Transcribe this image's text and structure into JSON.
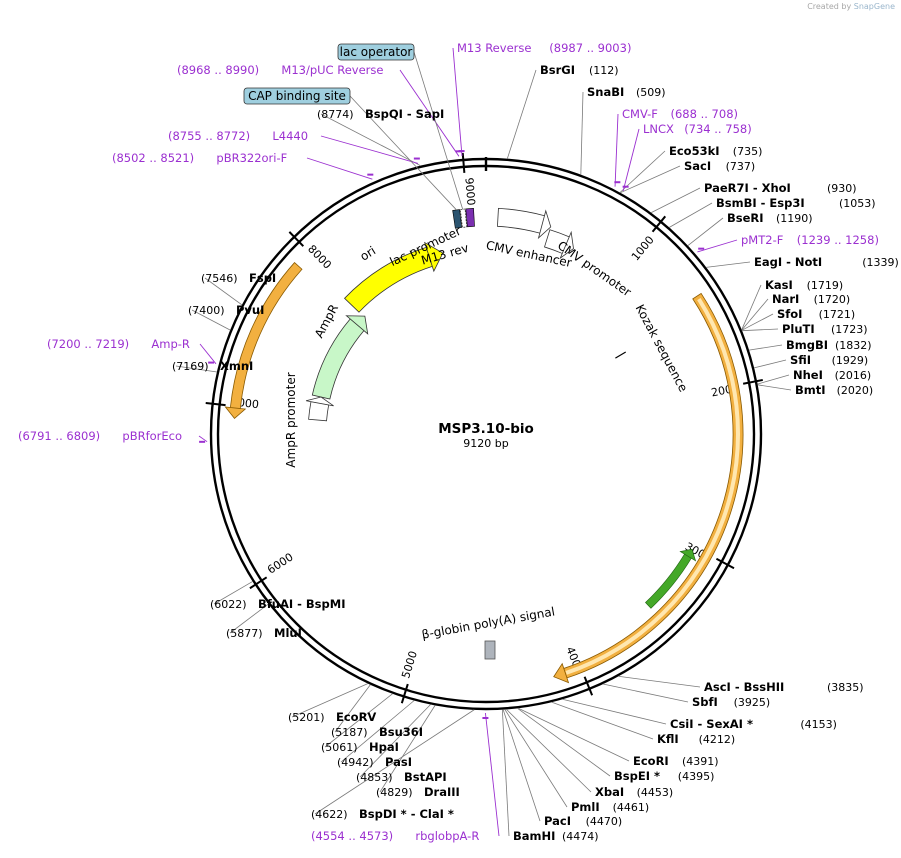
{
  "credit": {
    "prefix": "Created by",
    "brand": "SnapGene"
  },
  "plasmid": {
    "name": "MSP3.10-bio",
    "size_label": "9120 bp",
    "length": 9120
  },
  "ticks": [
    "1000",
    "2000",
    "3000",
    "4000",
    "5000",
    "6000",
    "7000",
    "8000",
    "9000"
  ],
  "enzymes": [
    {
      "name": "BsrGI",
      "pos": "(112)",
      "at": 112
    },
    {
      "name": "SnaBI",
      "pos": "(509)",
      "at": 509
    },
    {
      "name": "Eco53kI",
      "pos": "(735)",
      "at": 735
    },
    {
      "name": "SacI",
      "pos": "(737)",
      "at": 737
    },
    {
      "name": "PaeR7I  -  XhoI",
      "pos": "(930)",
      "at": 930
    },
    {
      "name": "BsmBI  -  Esp3I",
      "pos": "(1053)",
      "at": 1053
    },
    {
      "name": "BseRI",
      "pos": "(1190)",
      "at": 1190
    },
    {
      "name": "EagI  -  NotI",
      "pos": "(1339)",
      "at": 1339
    },
    {
      "name": "KasI",
      "pos": "(1719)",
      "at": 1719
    },
    {
      "name": "NarI",
      "pos": "(1720)",
      "at": 1720
    },
    {
      "name": "SfoI",
      "pos": "(1721)",
      "at": 1721
    },
    {
      "name": "PluTI",
      "pos": "(1723)",
      "at": 1723
    },
    {
      "name": "BmgBI",
      "pos": "(1832)",
      "at": 1832
    },
    {
      "name": "SfiI",
      "pos": "(1929)",
      "at": 1929
    },
    {
      "name": "NheI",
      "pos": "(2016)",
      "at": 2016
    },
    {
      "name": "BmtI",
      "pos": "(2020)",
      "at": 2020
    },
    {
      "name": "AscI  -  BssHII",
      "pos": "(3835)",
      "at": 3835
    },
    {
      "name": "SbfI",
      "pos": "(3925)",
      "at": 3925
    },
    {
      "name": "CsiI  -  SexAI *",
      "pos": "(4153)",
      "at": 4153
    },
    {
      "name": "KflI",
      "pos": "(4212)",
      "at": 4212
    },
    {
      "name": "EcoRI",
      "pos": "(4391)",
      "at": 4391
    },
    {
      "name": "BspEI *",
      "pos": "(4395)",
      "at": 4395
    },
    {
      "name": "XbaI",
      "pos": "(4453)",
      "at": 4453
    },
    {
      "name": "PmlI",
      "pos": "(4461)",
      "at": 4461
    },
    {
      "name": "PacI",
      "pos": "(4470)",
      "at": 4470
    },
    {
      "name": "BamHI",
      "pos": "(4474)",
      "at": 4474
    },
    {
      "name": "BspDI *  -  ClaI *",
      "pos": "(4622)",
      "at": 4622
    },
    {
      "name": "DraIII",
      "pos": "(4829)",
      "at": 4829
    },
    {
      "name": "BstAPI",
      "pos": "(4853)",
      "at": 4853
    },
    {
      "name": "PasI",
      "pos": "(4942)",
      "at": 4942
    },
    {
      "name": "HpaI",
      "pos": "(5061)",
      "at": 5061
    },
    {
      "name": "Bsu36I",
      "pos": "(5187)",
      "at": 5187
    },
    {
      "name": "EcoRV",
      "pos": "(5201)",
      "at": 5201
    },
    {
      "name": "MluI",
      "pos": "(5877)",
      "at": 5877
    },
    {
      "name": "BfuAI  -  BspMI",
      "pos": "(6022)",
      "at": 6022
    },
    {
      "name": "XmnI",
      "pos": "(7169)",
      "at": 7169
    },
    {
      "name": "PvuI",
      "pos": "(7400)",
      "at": 7400
    },
    {
      "name": "FspI",
      "pos": "(7546)",
      "at": 7546
    },
    {
      "name": "BspQI  -  SapI",
      "pos": "(8774)",
      "at": 8774
    }
  ],
  "primers": [
    {
      "name": "M13 Reverse",
      "range": "(8987 .. 9003)",
      "at": 8995
    },
    {
      "name": "M13/pUC Reverse",
      "range": "(8968 .. 8990)",
      "at": 8979
    },
    {
      "name": "L4440",
      "range": "(8755 .. 8772)",
      "at": 8763
    },
    {
      "name": "pBR322ori-F",
      "range": "(8502 .. 8521)",
      "at": 8511
    },
    {
      "name": "CMV-F",
      "range": "(688 .. 708)",
      "at": 698
    },
    {
      "name": "LNCX",
      "range": "(734 .. 758)",
      "at": 746
    },
    {
      "name": "pMT2-F",
      "range": "(1239 .. 1258)",
      "at": 1248
    },
    {
      "name": "Amp-R",
      "range": "(7200 .. 7219)",
      "at": 7209
    },
    {
      "name": "pBRforEco",
      "range": "(6791 .. 6809)",
      "at": 6800
    },
    {
      "name": "rbglobpA-R",
      "range": "(4554 .. 4573)",
      "at": 4563
    }
  ],
  "boxed_features": [
    "lac operator",
    "CAP binding site"
  ],
  "features": [
    "ori",
    "AmpR",
    "AmpR promoter",
    "lac promoter",
    "M13 rev",
    "CMV enhancer",
    "CMV promoter",
    "Kozak sequence",
    "β-globin poly(A) signal"
  ],
  "colors": {
    "ring": "#000000",
    "primer": "#9b30d0",
    "ori": "#ffff00",
    "ampr": "#c8f7c8",
    "orf": "#f2b040",
    "orf_inner": "#ffe7b0",
    "green_orf": "#44a828",
    "polya": "#aeb4bc",
    "boxed_fill": "#9fcfdf"
  }
}
